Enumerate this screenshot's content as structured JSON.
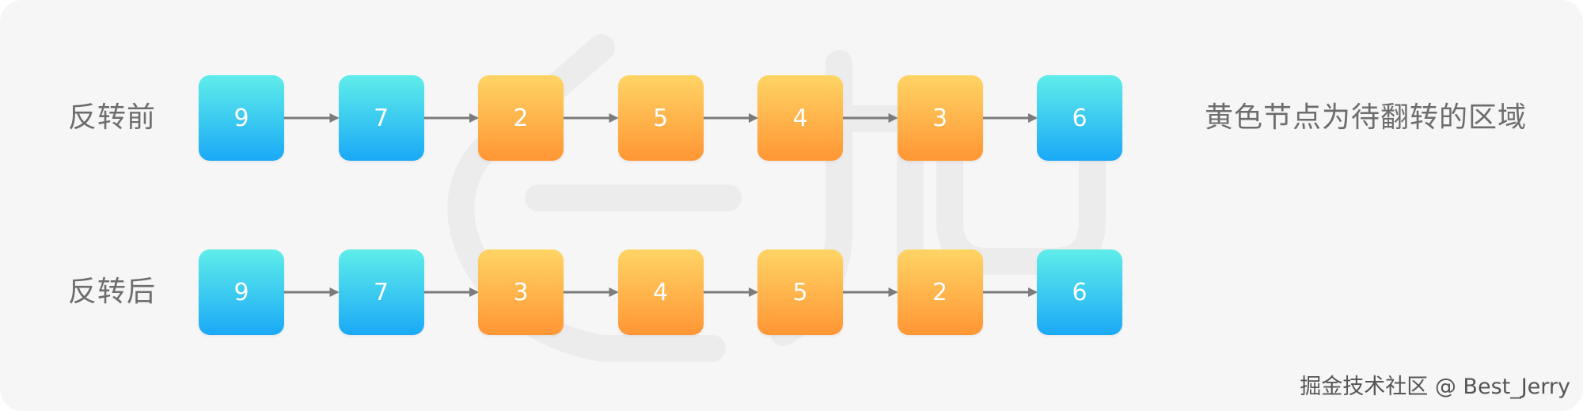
{
  "rows": [
    {
      "label": "反转前",
      "nodes": [
        {
          "value": "9",
          "color": "blue"
        },
        {
          "value": "7",
          "color": "blue"
        },
        {
          "value": "2",
          "color": "yellow"
        },
        {
          "value": "5",
          "color": "yellow"
        },
        {
          "value": "4",
          "color": "yellow"
        },
        {
          "value": "3",
          "color": "yellow"
        },
        {
          "value": "6",
          "color": "blue"
        }
      ]
    },
    {
      "label": "反转后",
      "nodes": [
        {
          "value": "9",
          "color": "blue"
        },
        {
          "value": "7",
          "color": "blue"
        },
        {
          "value": "3",
          "color": "yellow"
        },
        {
          "value": "4",
          "color": "yellow"
        },
        {
          "value": "5",
          "color": "yellow"
        },
        {
          "value": "2",
          "color": "yellow"
        },
        {
          "value": "6",
          "color": "blue"
        }
      ]
    }
  ],
  "note": "黄色节点为待翻转的区域",
  "credit": "掘金技术社区 @ Best_Jerry",
  "colors": {
    "blue_top": "#5fedea",
    "blue_bottom": "#1aa9f6",
    "yellow_top": "#ffd465",
    "yellow_bottom": "#ff9634",
    "arrow": "#7b7b7b",
    "text": "#6d6d6d"
  }
}
